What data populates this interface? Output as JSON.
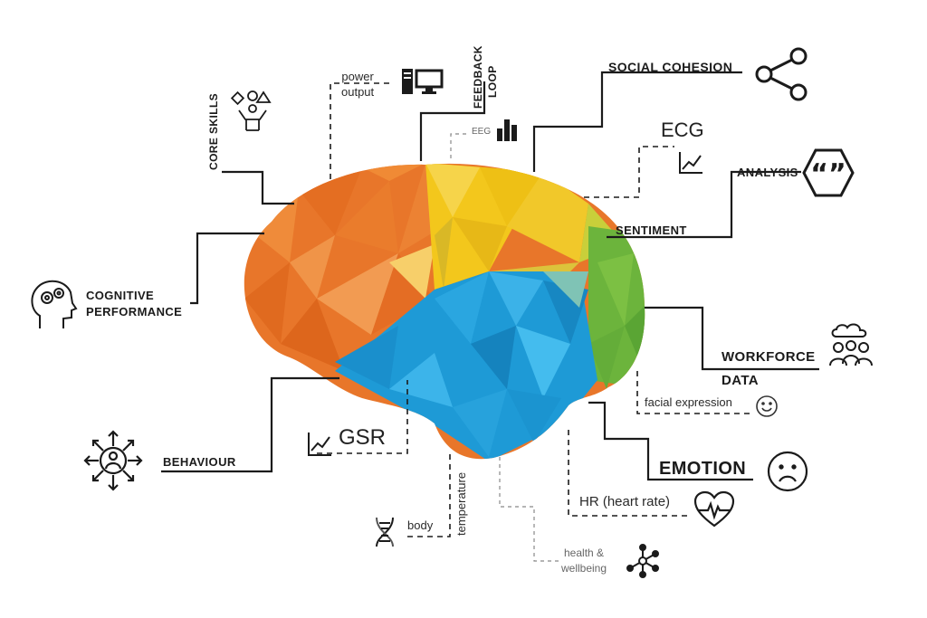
{
  "labels": {
    "power_output": [
      "power",
      "output"
    ],
    "core_skills": "CORE SKILLS",
    "feedback_loop": [
      "FEEDBACK",
      "LOOP"
    ],
    "eeg": "EEG",
    "social_cohesion": "SOCIAL COHESION",
    "ecg": "ECG",
    "analysis": "ANALYSIS",
    "sentiment": "SENTIMENT",
    "cognitive_performance": [
      "COGNITIVE",
      "PERFORMANCE"
    ],
    "workforce_data": [
      "WORKFORCE",
      "DATA"
    ],
    "facial_expression": "facial expression",
    "gsr": "GSR",
    "behaviour": "BEHAVIOUR",
    "emotion": "EMOTION",
    "temperature": "temperature",
    "body": "body",
    "hr": "HR (heart rate)",
    "health_wellbeing": [
      "health &",
      "wellbeing"
    ]
  },
  "icons": {
    "computer": "computer-icon",
    "people_shapes": "juggling-shapes-icon",
    "eeg": "bar-chart-icon",
    "share": "share-network-icon",
    "ecg": "line-chart-icon",
    "quotes": "quotation-hexagon-icon",
    "head_gears": "head-gears-icon",
    "workforce": "group-cloud-icon",
    "smile": "smile-face-icon",
    "gsr": "line-chart-icon",
    "behaviour": "person-arrows-icon",
    "sad": "sad-face-icon",
    "dna": "dna-icon",
    "heart": "heart-pulse-icon",
    "molecule": "molecule-network-icon"
  },
  "colors": {
    "orange": "#e8762a",
    "yellow": "#f3c71c",
    "blue": "#1e9ad6",
    "green": "#6cb43c",
    "line": "#1b1b1b"
  }
}
